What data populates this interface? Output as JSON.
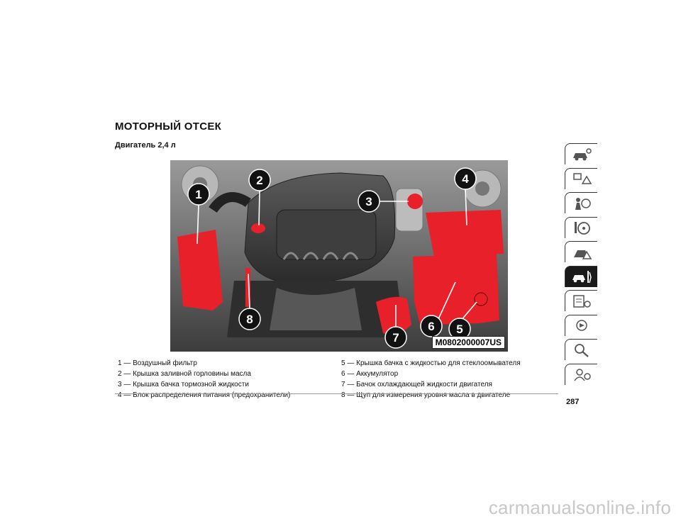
{
  "page": {
    "title": "МОТОРНЫЙ ОТСЕК",
    "subtitle": "Двигатель 2,4 л",
    "page_number": "287",
    "watermark": "carmanualsonline.info"
  },
  "figure": {
    "code": "M0802000007US",
    "callouts": [
      "1",
      "2",
      "3",
      "4",
      "5",
      "6",
      "7",
      "8"
    ],
    "highlight_color": "#e8202a"
  },
  "legend": {
    "left": [
      "1 — Воздушный фильтр",
      "2 — Крышка заливной горловины масла",
      "3 — Крышка бачка тормозной жидкости",
      "4 — Блок распределения питания (предохранители)"
    ],
    "right": [
      "5 — Крышка бачка с жидкостью для стеклоомывателя",
      "6 — Аккумулятор",
      "7 — Бачок охлаждающей жидкости двигателя",
      "8 — Щуп для измерения уровня масла в двигателе"
    ]
  },
  "side_tabs": {
    "active_index": 5,
    "icons": [
      "car-key-icon",
      "warning-light-icon",
      "airbag-icon",
      "steering-wheel-icon",
      "hazard-icon",
      "car-wrench-icon",
      "spec-list-icon",
      "multimedia-icon",
      "search-icon",
      "customer-service-icon"
    ]
  }
}
